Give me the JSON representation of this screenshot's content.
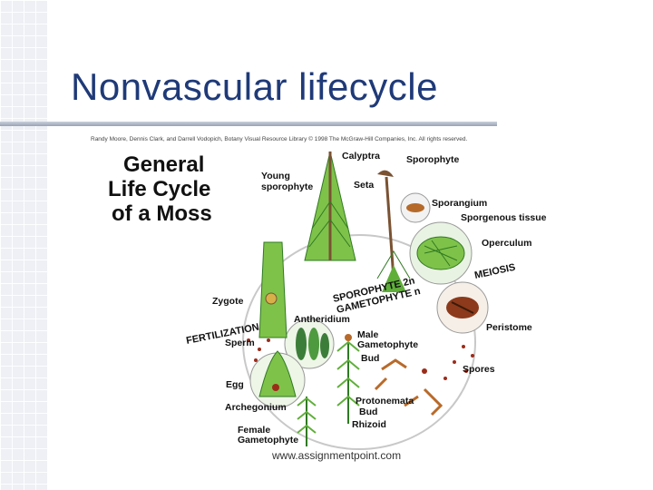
{
  "slide": {
    "title": "Nonvascular lifecycle"
  },
  "figure": {
    "credit": "Randy Moore, Dennis Clark, and Darrell Vodopich, Botany Visual Resource Library © 1998 The McGraw-Hill Companies, Inc. All rights reserved.",
    "title_lines": [
      "General",
      "Life Cycle",
      "of a Moss"
    ],
    "labels": {
      "calyptra": "Calyptra",
      "sporophyte": "Sporophyte",
      "young_sporophyte_1": "Young",
      "young_sporophyte_2": "sporophyte",
      "seta": "Seta",
      "sporangium": "Sporangium",
      "sporogenous_tissue": "Sporgenous tissue",
      "operculum": "Operculum",
      "meiosis": "MEIOSIS",
      "sporophyte_2n": "SPOROPHYTE 2n",
      "gametophyte_n": "GAMETOPHYTE n",
      "zygote": "Zygote",
      "fertilization": "FERTILIZATION",
      "antheridium": "Antheridium",
      "sperm": "Sperm",
      "peristome": "Peristome",
      "male_gametophyte_1": "Male",
      "male_gametophyte_2": "Gametophyte",
      "bud_upper": "Bud",
      "spores": "Spores",
      "egg": "Egg",
      "archegonium": "Archegonium",
      "protonemata": "Protonemata",
      "bud_lower": "Bud",
      "rhizoid": "Rhizoid",
      "female_gametophyte_1": "Female",
      "female_gametophyte_2": "Gametophyte"
    },
    "watermark": "www.assignmentpoint.com"
  },
  "colors": {
    "title_text": "#1f3a78",
    "plant_green": "#5fae3a",
    "plant_dark": "#2f7a22",
    "stem_brown": "#7a5232",
    "sperm_red": "#9b2c1a",
    "cycle_line": "#bbbbbb"
  }
}
